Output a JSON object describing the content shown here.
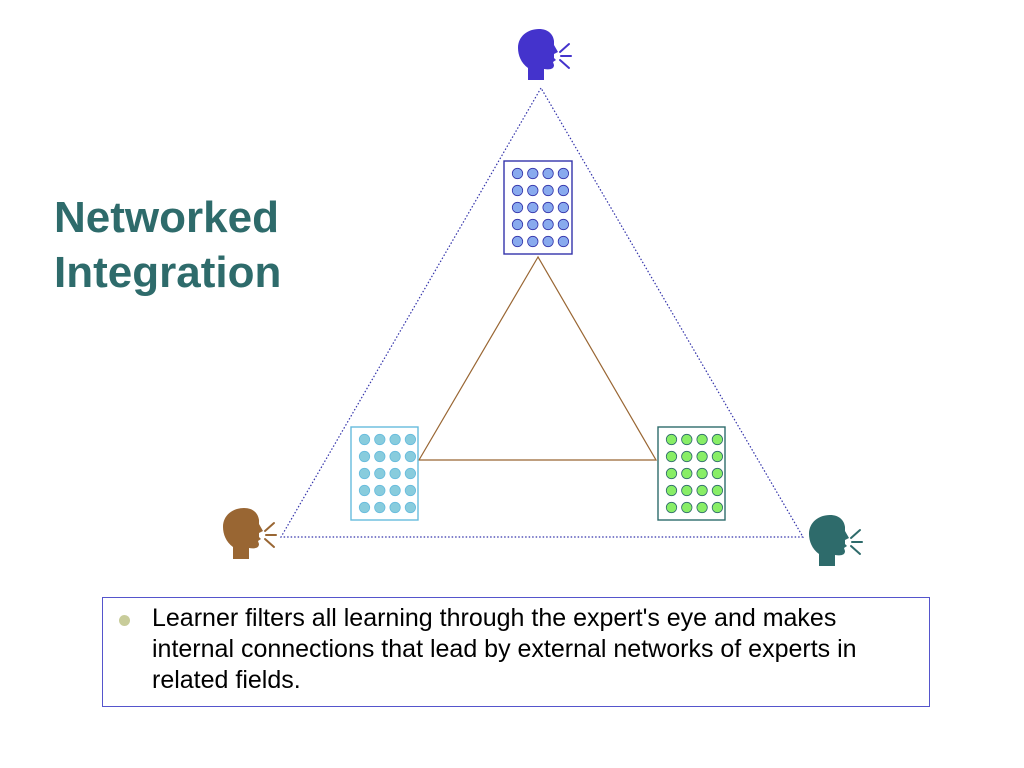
{
  "title": {
    "line1": "Networked",
    "line2": "Integration"
  },
  "diagram": {
    "experts": [
      {
        "name": "top",
        "color": "#4433cc"
      },
      {
        "name": "left",
        "color": "#996633"
      },
      {
        "name": "right",
        "color": "#2e6b6b"
      }
    ],
    "grids": [
      {
        "name": "top",
        "fill": "#88aaee",
        "stroke": "#3333aa",
        "rows": 5,
        "cols": 4
      },
      {
        "name": "left",
        "fill": "#88ccdd",
        "stroke": "#66bbdd",
        "rows": 5,
        "cols": 4
      },
      {
        "name": "right",
        "fill": "#88ee66",
        "stroke": "#2e6b6b",
        "rows": 5,
        "cols": 4
      }
    ],
    "outer_triangle_color": "#3333aa",
    "inner_triangle_color": "#996633"
  },
  "caption": {
    "text": "Learner filters all learning through the expert's eye and makes internal connections that lead by external networks of experts in related fields.",
    "bullet_color": "#c8cc9a",
    "border_color": "#5555cc"
  }
}
